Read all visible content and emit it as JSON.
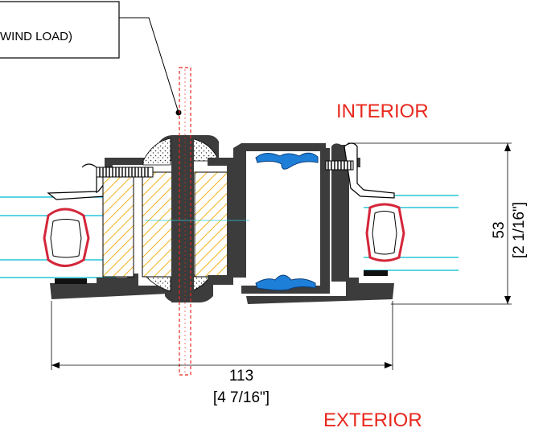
{
  "callout": {
    "text": "WIND LOAD)"
  },
  "zones": {
    "interior": "INTERIOR",
    "exterior": "EXTERIOR"
  },
  "dimensions": {
    "width_mm": "113",
    "width_in": "[4 7/16\"]",
    "height_mm": "53",
    "height_in": "[2 1/16\"]"
  },
  "colors": {
    "zone_label": "#e8281e",
    "frame": "#3c3c3c",
    "glass": "#27c6d8",
    "gasket": "#d4263a",
    "wood_fill": "#f3b21b",
    "weatherstrip": "#1e7fd8",
    "steel_bar_outline": "#e8281e",
    "line": "#000000"
  }
}
